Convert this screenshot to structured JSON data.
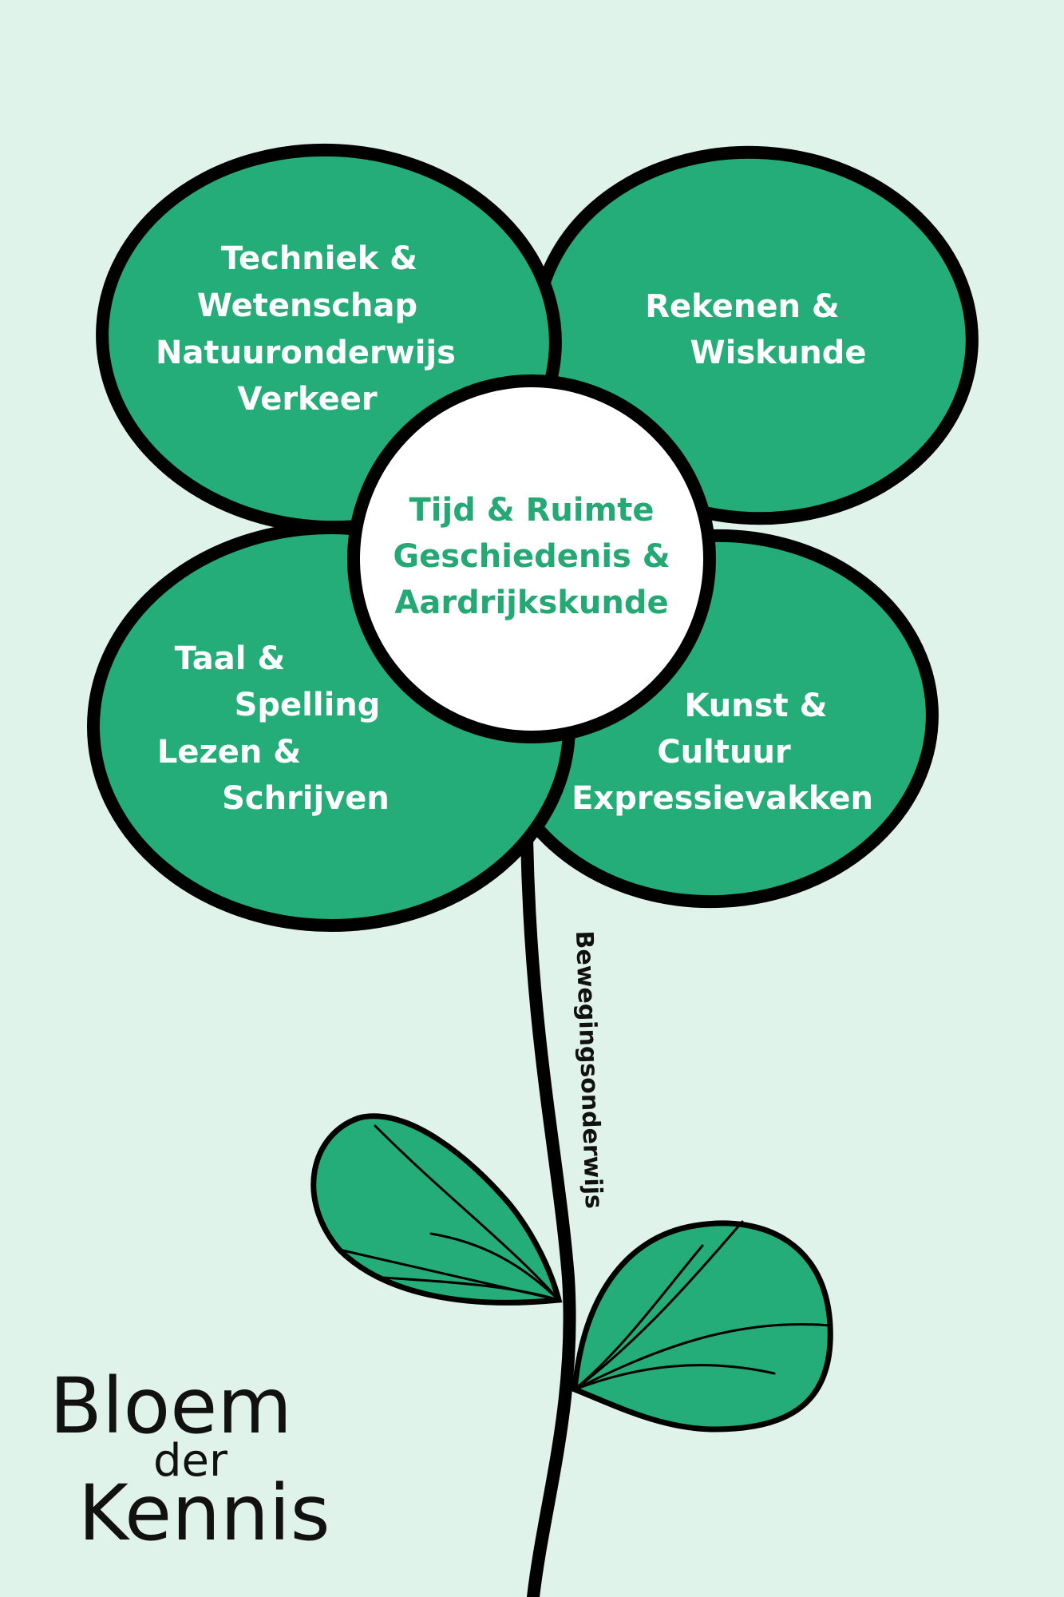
{
  "colors": {
    "background": "#e0f3ea",
    "petal": "#24ad78",
    "outline": "#000000",
    "center": "#ffffff",
    "center_text": "#24a874",
    "petal_text": "#ffffff"
  },
  "petals": {
    "top_left": [
      "Techniek &",
      "Wetenschap",
      "Natuuronderwijs",
      "Verkeer"
    ],
    "top_right": [
      "Rekenen &",
      "Wiskunde"
    ],
    "bottom_left": [
      "Taal &",
      "Spelling",
      "Lezen &",
      "Schrijven"
    ],
    "bottom_right": [
      "Kunst &",
      "Cultuur",
      "Expressievakken"
    ]
  },
  "center": [
    "Tijd & Ruimte",
    "Geschiedenis &",
    "Aardrijkskunde"
  ],
  "stem_label": "Bewegingsonderwijs",
  "title": {
    "line1": "Bloem",
    "line2": "der",
    "line3": "Kennis"
  }
}
